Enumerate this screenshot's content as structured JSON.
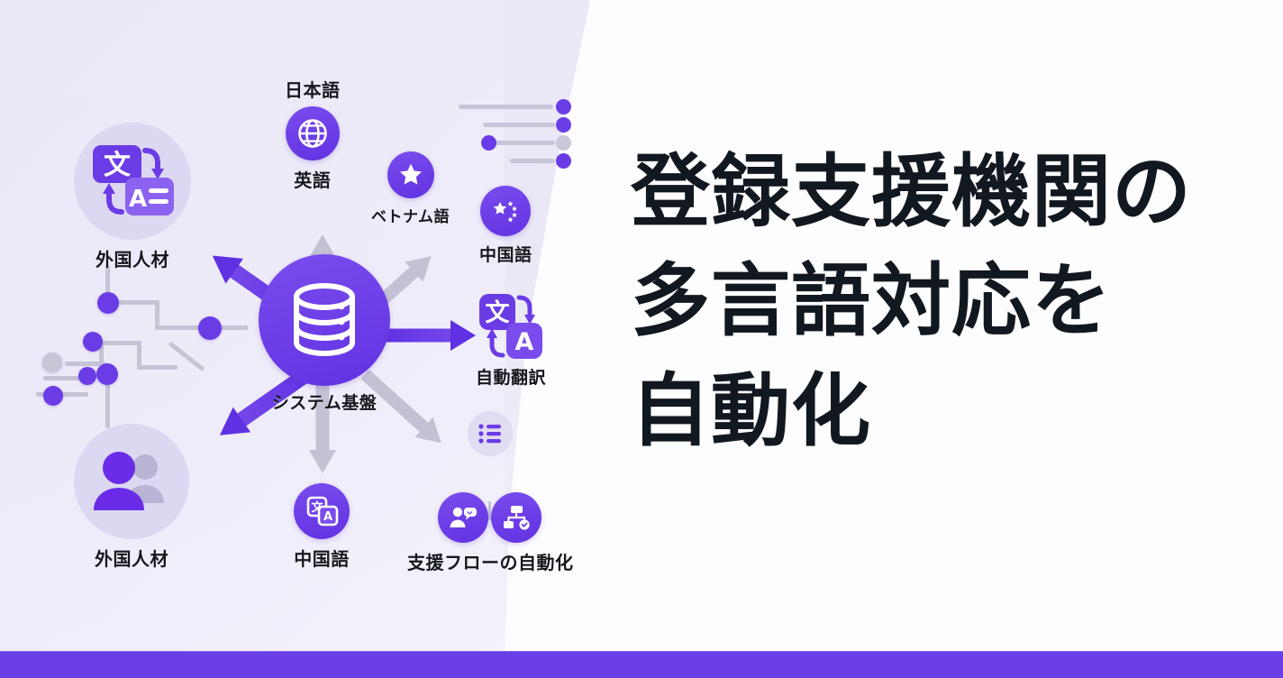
{
  "headline": {
    "line1": "登録支援機関の",
    "line2": "多言語対応を",
    "line3": "自動化"
  },
  "colors": {
    "purple": "#6b3ce6",
    "purple_dark": "#5f31e2",
    "purple_light": "#7a4ced",
    "gray_arrow": "#c3c1d4",
    "pale_circle": "#e0dcf2",
    "background_lavender": "#eceaf8",
    "background_white": "#fdfdff",
    "text_dark": "#121820",
    "bottom_bar": "#6b3fe6"
  },
  "diagram": {
    "center": {
      "label": "システム基盤",
      "icon": "database-icon"
    },
    "nodes": [
      {
        "id": "japanese",
        "label_top": "日本語",
        "label": "英語",
        "icon": "globe-icon"
      },
      {
        "id": "vietnamese",
        "label": "ベトナム語",
        "icon": "star-icon"
      },
      {
        "id": "chinese-flag",
        "label": "中国語",
        "icon": "china-flag-icon"
      },
      {
        "id": "auto-translate",
        "label": "自動翻訳",
        "icon": "translate-icon"
      },
      {
        "id": "support-flow",
        "label": "支援フローの自動化",
        "icon": "list-icon"
      },
      {
        "id": "chinese",
        "label": "中国語",
        "icon": "translate-circle-icon"
      },
      {
        "id": "foreign-talent-top",
        "label": "外国人材",
        "icon": "translate-card-icon"
      },
      {
        "id": "foreign-talent-bottom",
        "label": "外国人材",
        "icon": "people-icon"
      }
    ],
    "flow_children": [
      {
        "id": "flow-chat",
        "icon": "person-chat-icon"
      },
      {
        "id": "flow-workflow",
        "icon": "workflow-check-icon"
      }
    ]
  }
}
